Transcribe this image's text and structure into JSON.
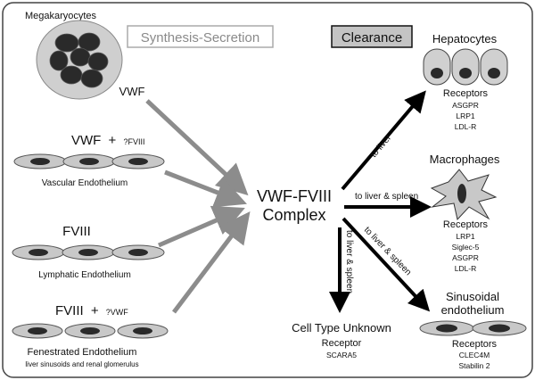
{
  "headers": {
    "synthesis": "Synthesis-Secretion",
    "clearance": "Clearance"
  },
  "sources": {
    "megakaryocytes": {
      "title": "Megakaryocytes",
      "product": "VWF"
    },
    "vascular": {
      "product": "VWF",
      "plus": "+",
      "minor": "?FVIII",
      "label": "Vascular Endothelium"
    },
    "lymphatic": {
      "product": "FVIII",
      "label": "Lymphatic Endothelium"
    },
    "fenestrated": {
      "product": "FVIII",
      "plus": "+",
      "minor": "?VWF",
      "label": "Fenestrated Endothelium",
      "sublabel": "liver sinusoids and renal glomerulus"
    }
  },
  "complex": {
    "line1": "VWF-FVIII",
    "line2": "Complex"
  },
  "arrows": {
    "to_liver": "to liver",
    "to_liver_spleen_mid": "to liver & spleen",
    "to_liver_spleen_diag": "to liver & spleen",
    "to_liver_spleen_down": "to liver & spleen"
  },
  "targets": {
    "hepatocytes": {
      "title": "Hepatocytes",
      "receptors_title": "Receptors",
      "receptors": [
        "ASGPR",
        "LRP1",
        "LDL-R"
      ]
    },
    "macrophages": {
      "title": "Macrophages",
      "receptors_title": "Receptors",
      "receptors": [
        "LRP1",
        "Siglec-5",
        "ASGPR",
        "LDL-R"
      ]
    },
    "sinusoidal": {
      "title_line1": "Sinusoidal",
      "title_line2": "endothelium",
      "receptors_title": "Receptors",
      "receptors": [
        "CLEC4M",
        "Stabilin 2"
      ]
    },
    "unknown": {
      "title": "Cell Type Unknown",
      "receptors_title": "Receptor",
      "receptors": [
        "SCARA5"
      ]
    }
  },
  "colors": {
    "frame": "#444444",
    "cell_fill": "#c8c8c8",
    "nucleus_fill": "#2a2a2a",
    "grey_arrow": "#8c8c8c",
    "black_arrow": "#000000",
    "synthesis_box_fill": "#ffffff",
    "synthesis_text": "#8a8a8a",
    "clearance_box_fill": "#c4c4c4"
  }
}
